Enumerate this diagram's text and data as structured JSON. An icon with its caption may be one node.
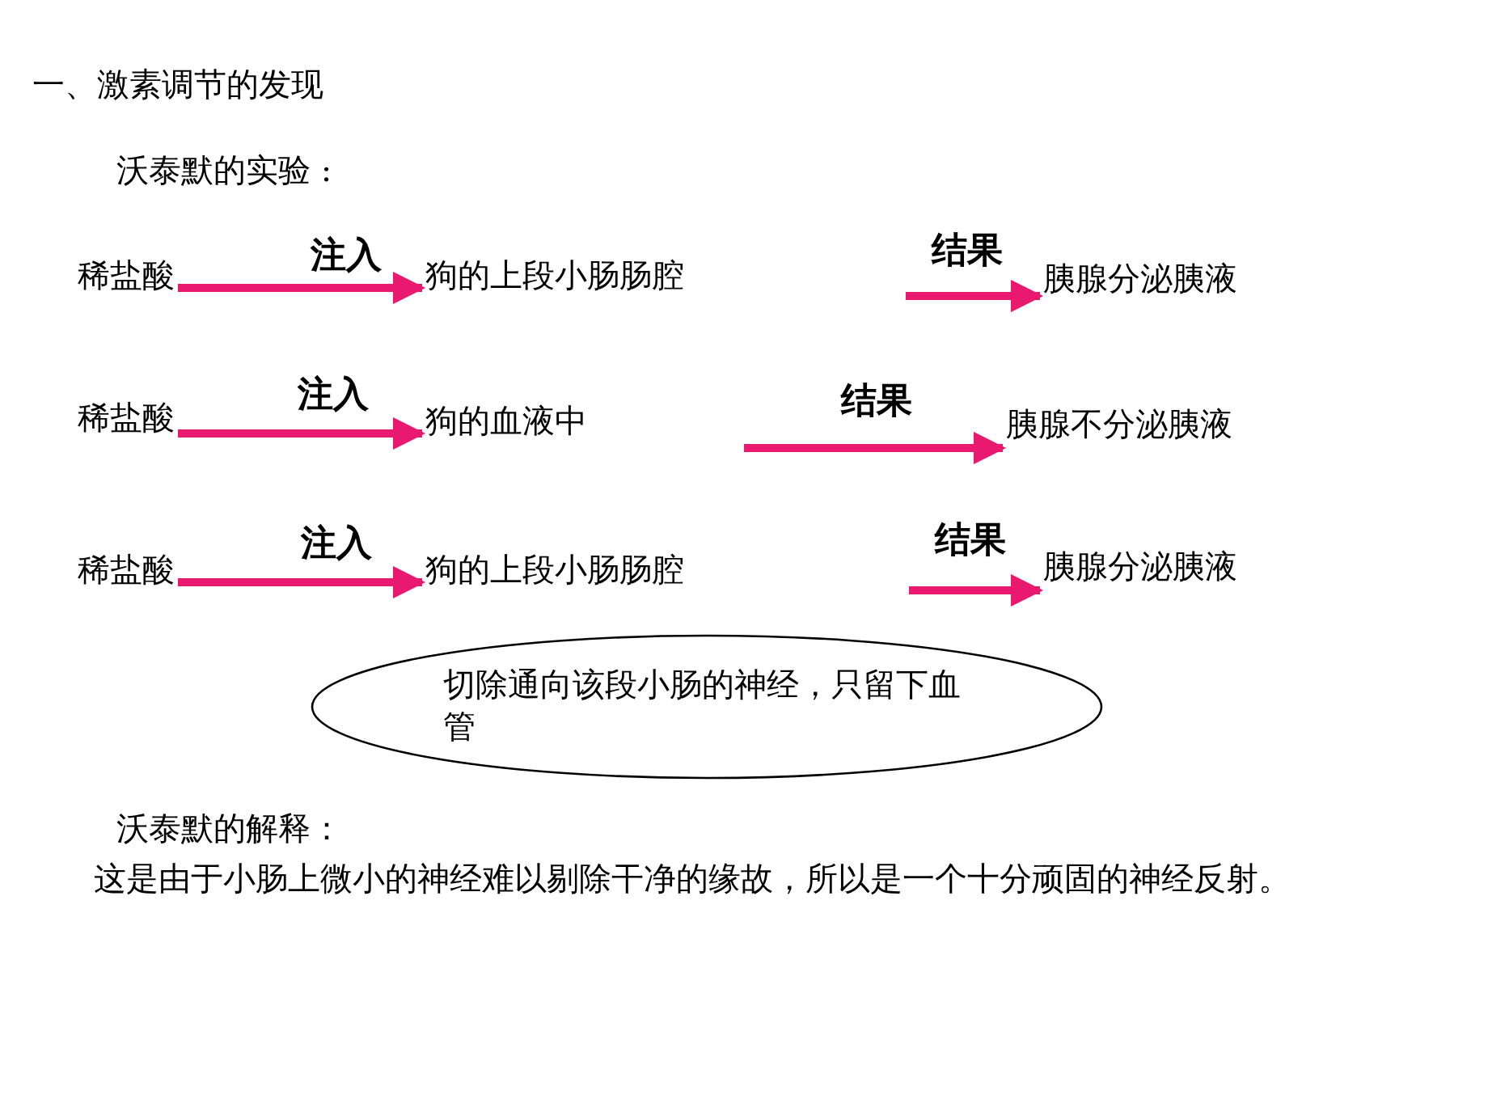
{
  "diagram": {
    "title": "一、激素调节的发现",
    "nodes": [
      {
        "text": [
          "稀盐酸"
        ]
      },
      {
        "text": [
          "狗的上段小肠肠腔"
        ]
      },
      {
        "text": [
          "胰腺分泌胰液"
        ]
      },
      {
        "text": [
          "稀盐酸"
        ]
      },
      {
        "text": [
          "狗的血液中"
        ]
      },
      {
        "text": [
          "胰腺不分泌胰液"
        ]
      },
      {
        "text": [
          "稀盐酸"
        ]
      },
      {
        "text": [
          "狗的上段小肠肠腔"
        ]
      },
      {
        "text": [
          "胰腺分泌胰液"
        ]
      },
      {
        "text": [
          "切除通向该段小肠的神经，只留下血管"
        ]
      }
    ],
    "edges": [
      {
        "from": 0,
        "to": 1,
        "arrow": "to",
        "label": "注入"
      },
      {
        "from": null,
        "to": 2,
        "arrow": "to",
        "label": "结果"
      },
      {
        "from": 3,
        "to": 4,
        "arrow": "to",
        "label": "注入"
      },
      {
        "from": null,
        "to": 5,
        "arrow": "to",
        "label": "结果"
      },
      {
        "from": 6,
        "to": 7,
        "arrow": "to",
        "label": "注入"
      },
      {
        "from": null,
        "to": 8,
        "arrow": "to",
        "label": "结果"
      }
    ],
    "labels": [
      "沃泰默的实验 :",
      "沃泰默的解释：",
      "这是由于小肠上微小的神经难以剔除干净的缘故，所以是一个十分顽固的神经反射。"
    ]
  }
}
